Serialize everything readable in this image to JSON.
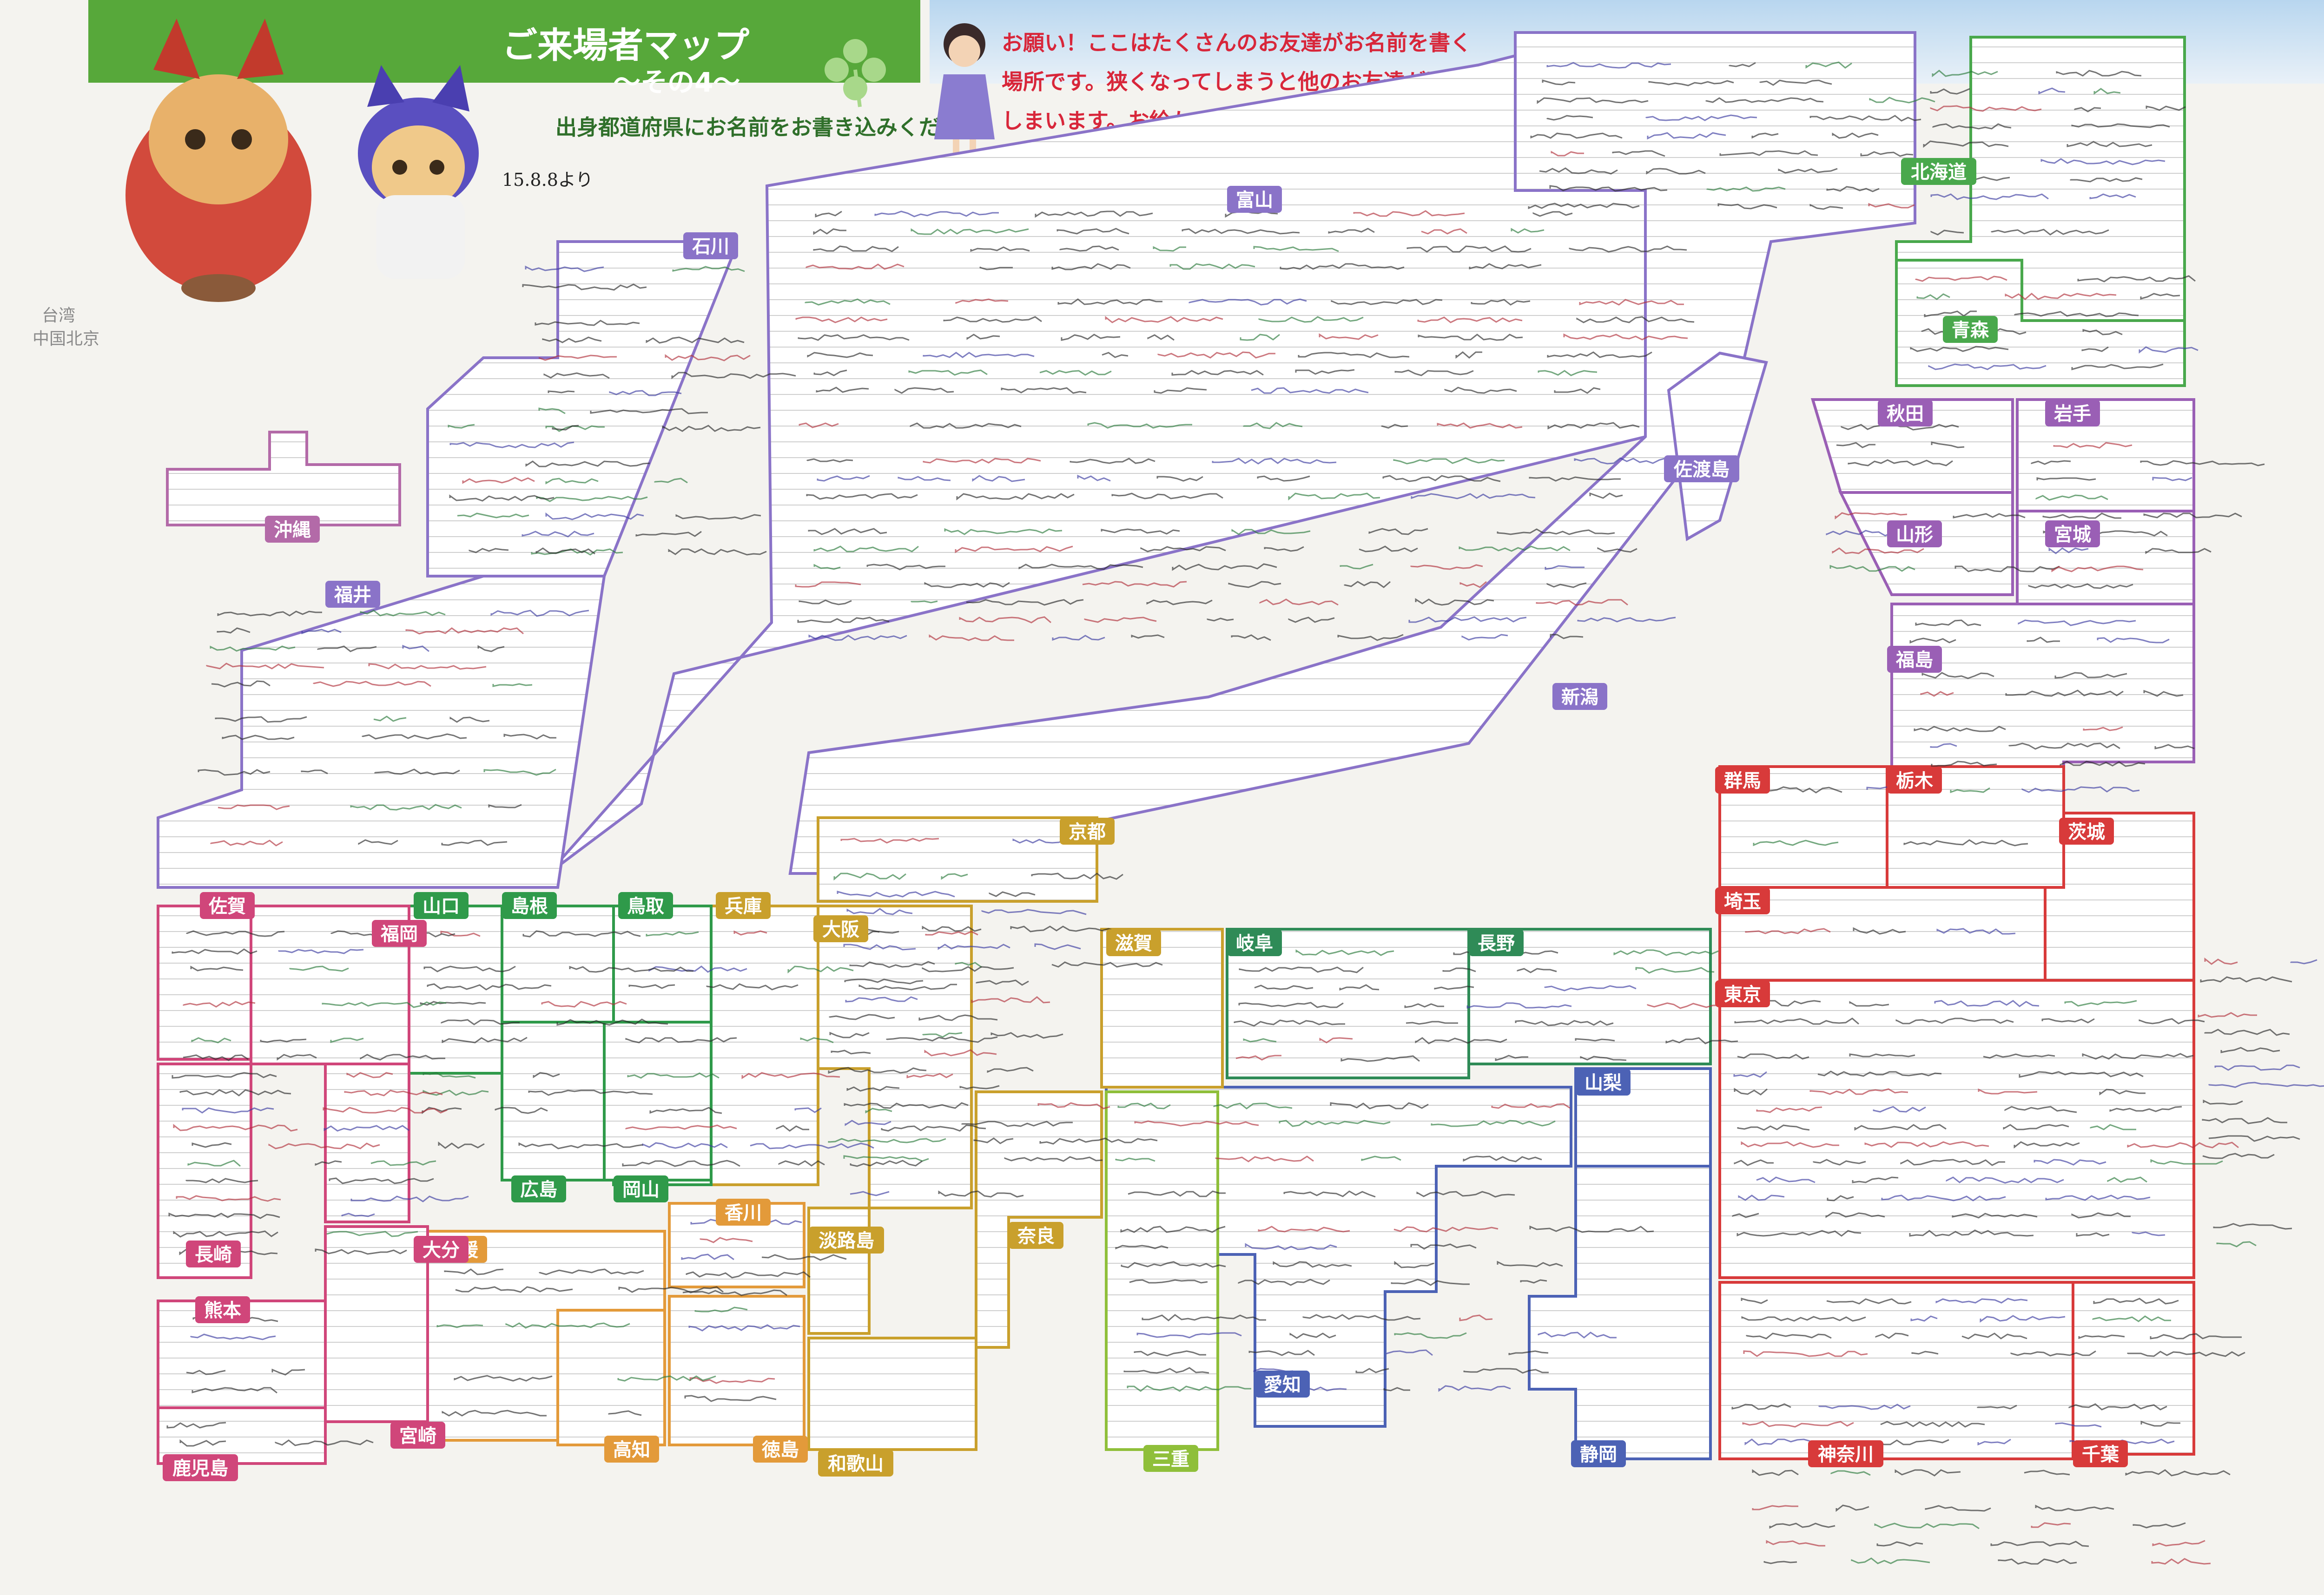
{
  "header": {
    "title": "ご来場者マップ",
    "subtitle": "～その4～",
    "instruction": "出身都道府県にお名前をお書き込みください",
    "date_note": "15.8.8より"
  },
  "notice": {
    "line1": "お願い！ここはたくさんのお友達がお名前を書く",
    "line2": "場所です。狭くなってしまうと他のお友達が困って",
    "line3": "しまいます。お絵かきはしないでくださいね。"
  },
  "side_note": {
    "line1": "台湾",
    "line2": "中国北京"
  },
  "colors": {
    "header_green": "#57a83a",
    "notice_red": "#d8263a",
    "board_bg": "#f4f3ef"
  },
  "regions": [
    {
      "id": "hokkaido",
      "label": "北海道",
      "color": "#49a84c"
    },
    {
      "id": "aomori",
      "label": "青森",
      "color": "#49a84c"
    },
    {
      "id": "akita",
      "label": "秋田",
      "color": "#9a5fb5"
    },
    {
      "id": "iwate",
      "label": "岩手",
      "color": "#9a5fb5"
    },
    {
      "id": "yamagata",
      "label": "山形",
      "color": "#9a5fb5"
    },
    {
      "id": "miyagi",
      "label": "宮城",
      "color": "#9a5fb5"
    },
    {
      "id": "fukushima",
      "label": "福島",
      "color": "#9a5fb5"
    },
    {
      "id": "niigata",
      "label": "新潟",
      "color": "#8a73c8"
    },
    {
      "id": "toyama",
      "label": "富山",
      "color": "#8a73c8"
    },
    {
      "id": "ishikawa",
      "label": "石川",
      "color": "#8a73c8"
    },
    {
      "id": "fukui",
      "label": "福井",
      "color": "#8a73c8"
    },
    {
      "id": "sado",
      "label": "佐渡島",
      "color": "#8a73c8"
    },
    {
      "id": "okinawa",
      "label": "沖縄",
      "color": "#b36aa8"
    },
    {
      "id": "gunma",
      "label": "群馬",
      "color": "#d83a3a"
    },
    {
      "id": "tochigi",
      "label": "栃木",
      "color": "#d83a3a"
    },
    {
      "id": "ibaraki",
      "label": "茨城",
      "color": "#d83a3a"
    },
    {
      "id": "saitama",
      "label": "埼玉",
      "color": "#d83a3a"
    },
    {
      "id": "tokyo",
      "label": "東京",
      "color": "#d83a3a"
    },
    {
      "id": "kanagawa",
      "label": "神奈川",
      "color": "#d83a3a"
    },
    {
      "id": "chiba",
      "label": "千葉",
      "color": "#d83a3a"
    },
    {
      "id": "nagano",
      "label": "長野",
      "color": "#2f8b57"
    },
    {
      "id": "gifu",
      "label": "岐阜",
      "color": "#2f8b57"
    },
    {
      "id": "yamanashi",
      "label": "山梨",
      "color": "#4c62b5"
    },
    {
      "id": "shizuoka",
      "label": "静岡",
      "color": "#4c62b5"
    },
    {
      "id": "aichi",
      "label": "愛知",
      "color": "#4c62b5"
    },
    {
      "id": "kyoto",
      "label": "京都",
      "color": "#c9a02c"
    },
    {
      "id": "osaka",
      "label": "大阪",
      "color": "#c9a02c"
    },
    {
      "id": "shiga",
      "label": "滋賀",
      "color": "#c9a02c"
    },
    {
      "id": "nara",
      "label": "奈良",
      "color": "#c9a02c"
    },
    {
      "id": "wakayama",
      "label": "和歌山",
      "color": "#c9a02c"
    },
    {
      "id": "mie",
      "label": "三重",
      "color": "#8fbf3a"
    },
    {
      "id": "hyogo",
      "label": "兵庫",
      "color": "#c9a02c"
    },
    {
      "id": "awaji",
      "label": "淡路島",
      "color": "#c9a02c"
    },
    {
      "id": "tottori",
      "label": "鳥取",
      "color": "#2f9a4a"
    },
    {
      "id": "shimane",
      "label": "島根",
      "color": "#2f9a4a"
    },
    {
      "id": "okayama",
      "label": "岡山",
      "color": "#2f9a4a"
    },
    {
      "id": "hiroshima",
      "label": "広島",
      "color": "#2f9a4a"
    },
    {
      "id": "yamaguchi",
      "label": "山口",
      "color": "#2f9a4a"
    },
    {
      "id": "kagawa",
      "label": "香川",
      "color": "#e39a3a"
    },
    {
      "id": "tokushima",
      "label": "徳島",
      "color": "#e39a3a"
    },
    {
      "id": "ehime",
      "label": "愛媛",
      "color": "#e39a3a"
    },
    {
      "id": "kochi",
      "label": "高知",
      "color": "#e39a3a"
    },
    {
      "id": "fukuoka",
      "label": "福岡",
      "color": "#d0467a"
    },
    {
      "id": "saga",
      "label": "佐賀",
      "color": "#d0467a"
    },
    {
      "id": "nagasaki",
      "label": "長崎",
      "color": "#d0467a"
    },
    {
      "id": "oita",
      "label": "大分",
      "color": "#d0467a"
    },
    {
      "id": "kumamoto",
      "label": "熊本",
      "color": "#d0467a"
    },
    {
      "id": "miyazaki",
      "label": "宮崎",
      "color": "#d0467a"
    },
    {
      "id": "kagoshima",
      "label": "鹿児島",
      "color": "#d0467a"
    }
  ]
}
